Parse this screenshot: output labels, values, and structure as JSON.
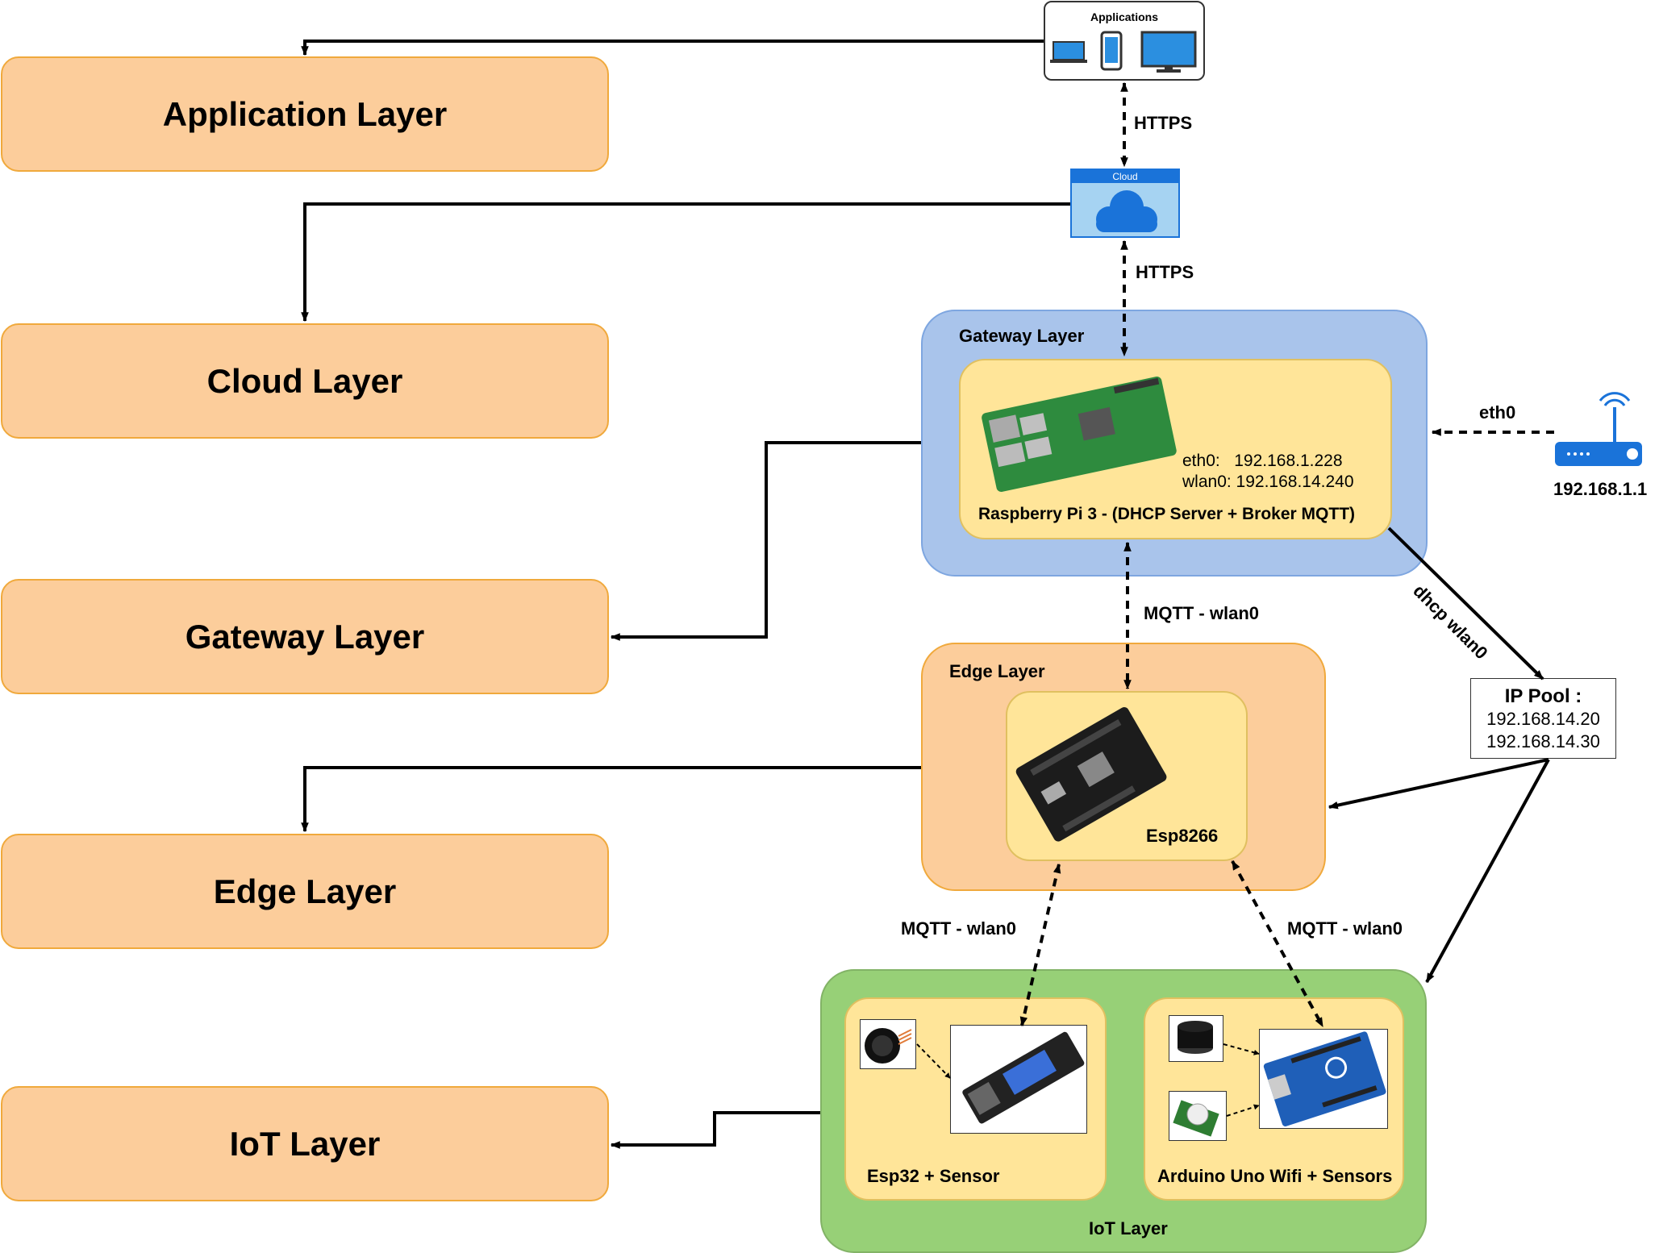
{
  "layers": {
    "application": "Application Layer",
    "cloud": "Cloud Layer",
    "gateway": "Gateway Layer",
    "edge": "Edge Layer",
    "iot": "IoT Layer"
  },
  "applications": {
    "title": "Applications",
    "icons": [
      "laptop-icon",
      "smartphone-icon",
      "desktop-monitor-icon"
    ]
  },
  "cloud": {
    "title": "Cloud",
    "icon": "cloud-icon"
  },
  "links": {
    "https_top": "HTTPS",
    "https_bottom": "HTTPS",
    "mqtt_gateway_edge": "MQTT - wlan0",
    "mqtt_edge_esp32": "MQTT - wlan0",
    "mqtt_edge_arduino": "MQTT - wlan0",
    "eth0": "eth0",
    "dhcp": "dhcp wlan0"
  },
  "gateway": {
    "title": "Gateway Layer",
    "eth0_line": "eth0:   192.168.1.228",
    "wlan0_line": "wlan0: 192.168.14.240",
    "device": "Raspberry Pi 3 - (DHCP Server + Broker MQTT)"
  },
  "router": {
    "ip": "192.168.1.1"
  },
  "ip_pool": {
    "title": "IP Pool :",
    "ip1": "192.168.14.20",
    "ip2": "192.168.14.30"
  },
  "edge": {
    "title": "Edge Layer",
    "device": "Esp8266"
  },
  "iot": {
    "title": "IoT Layer",
    "esp32": "Esp32 + Sensor",
    "arduino": "Arduino Uno Wifi + Sensors"
  },
  "colors": {
    "layer_fill": "#fccd9b",
    "layer_border": "#f0a93c",
    "gateway_fill": "#a9c4eb",
    "edge_fill": "#fccd9b",
    "iot_fill": "#97d077",
    "inner_fill": "#ffe599",
    "cloud_blue": "#1a73d9"
  }
}
